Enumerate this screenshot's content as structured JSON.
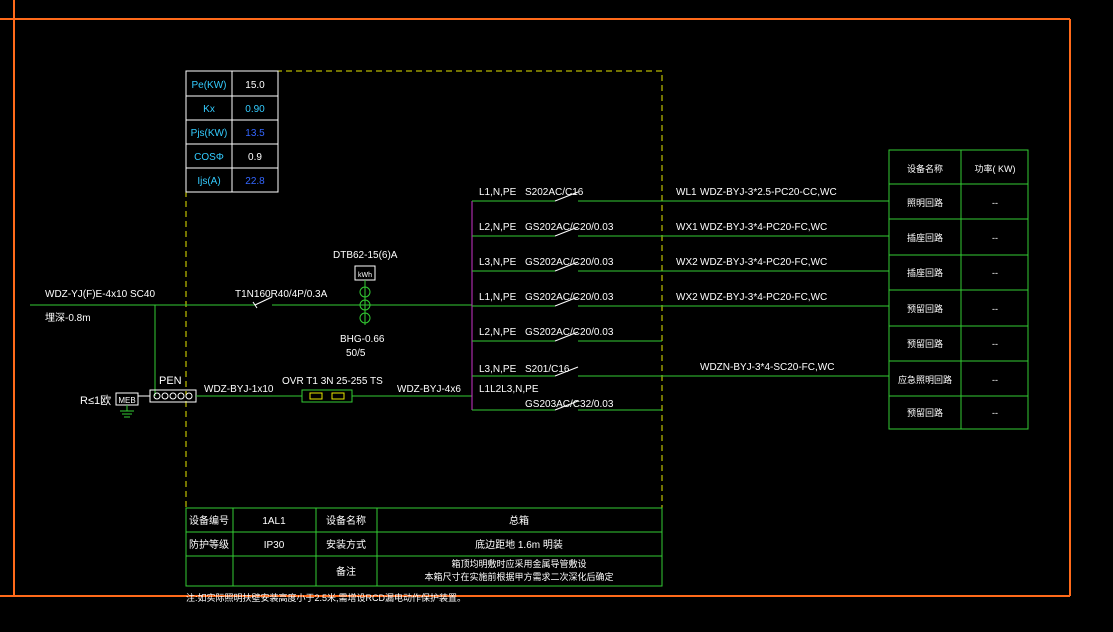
{
  "colors": {
    "background": "#000000",
    "frame": "#ff6a1a",
    "wire": "#33cc33",
    "text": "#ffffff",
    "table": "#33cc33",
    "dashed": "#e6e600",
    "busbar": "#cc33cc",
    "cyan": "#33ccff",
    "blue": "#3366ff"
  },
  "params_table": [
    {
      "label": "Pe(KW)",
      "value": "15.0"
    },
    {
      "label": "Kx",
      "value": "0.90"
    },
    {
      "label": "Pjs(KW)",
      "value": "13.5"
    },
    {
      "label": "COSΦ",
      "value": "0.9"
    },
    {
      "label": "Ijs(A)",
      "value": "22.8"
    }
  ],
  "incoming": {
    "cable": "WDZ-YJ(F)E-4x10  SC40",
    "depth": "埋深-0.8m",
    "main_breaker": "T1N160R40/4P/0.3A",
    "meter": "DTB62-15(6)A",
    "meter_unit": "kWh",
    "ct": "BHG-0.66",
    "ct_ratio": "50/5",
    "pen_label": "PEN",
    "pe_cable": "WDZ-BYJ-1x10",
    "spd": "OVR T1 3N 25-255  TS",
    "spd_cable": "WDZ-BYJ-4x6",
    "grounding": "R≤1欧",
    "meb": "MEB"
  },
  "circuits": [
    {
      "phase": "L1,N,PE",
      "breaker": "S202AC/C16",
      "code": "WL1",
      "cable": "WDZ-BYJ-3*2.5-PC20-CC,WC"
    },
    {
      "phase": "L2,N,PE",
      "breaker": "GS202AC/C20/0.03",
      "code": "WX1",
      "cable": "WDZ-BYJ-3*4-PC20-FC,WC"
    },
    {
      "phase": "L3,N,PE",
      "breaker": "GS202AC/C20/0.03",
      "code": "WX2",
      "cable": "WDZ-BYJ-3*4-PC20-FC,WC"
    },
    {
      "phase": "L1,N,PE",
      "breaker": "GS202AC/C20/0.03",
      "code": "WX2",
      "cable": "WDZ-BYJ-3*4-PC20-FC,WC"
    },
    {
      "phase": "L2,N,PE",
      "breaker": "GS202AC/C20/0.03",
      "code": "",
      "cable": ""
    },
    {
      "phase": "L3,N,PE",
      "breaker": "S201/C16",
      "code": "",
      "cable": "WDZN-BYJ-3*4-SC20-FC,WC"
    },
    {
      "phase": "L1L2L3,N,PE",
      "breaker": "GS203AC/C32/0.03",
      "code": "",
      "cable": ""
    }
  ],
  "load_table": {
    "header_name": "设备名称",
    "header_power": "功率(  KW)",
    "rows": [
      {
        "name": "照明回路",
        "power": "--"
      },
      {
        "name": "插座回路",
        "power": "--"
      },
      {
        "name": "插座回路",
        "power": "--"
      },
      {
        "name": "预留回路",
        "power": "--"
      },
      {
        "name": "预留回路",
        "power": "--"
      },
      {
        "name": "应急照明回路",
        "power": "--"
      },
      {
        "name": "预留回路",
        "power": "--"
      }
    ]
  },
  "info_table": {
    "device_no_label": "设备编号",
    "device_no": "1AL1",
    "device_name_label": "设备名称",
    "device_name": "总箱",
    "protection_label": "防护等级",
    "protection": "IP30",
    "install_label": "安装方式",
    "install": "底边距地  1.6m  明装",
    "remark_label": "备注",
    "remark_line1": "箱顶均明敷时应采用金属导管敷设",
    "remark_line2": "本箱尺寸在实施前根据甲方需求二次深化后确定"
  },
  "footnote": "注:如实际照明扶壁安装高度小于2.5米,需增设RCD漏电动作保护装置。"
}
